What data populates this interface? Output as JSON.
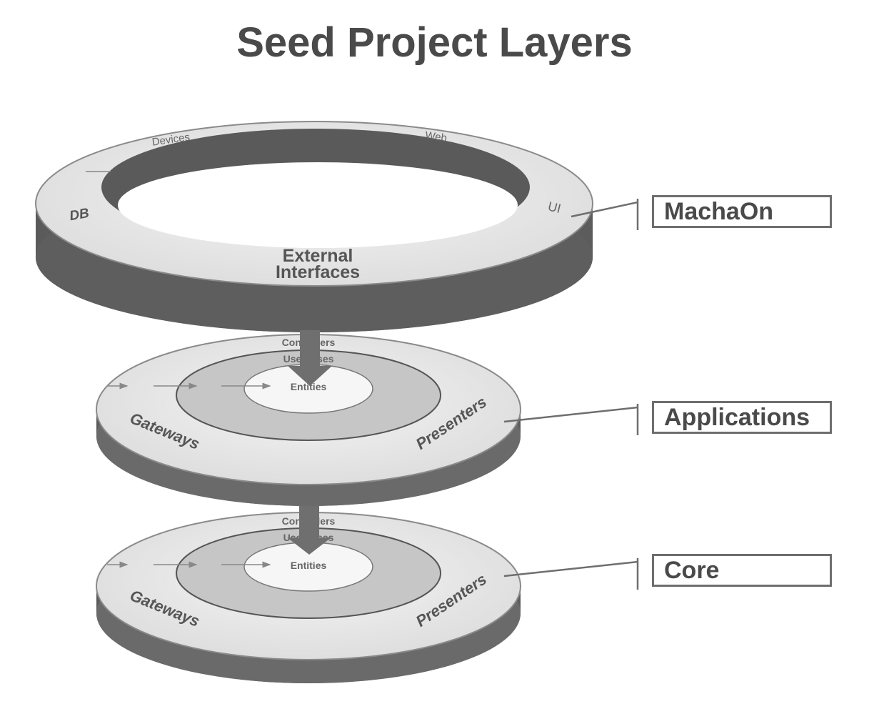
{
  "title": "Seed Project Layers",
  "layers": [
    {
      "label": "MachaOn",
      "ring_texts": {
        "devices": "Devices",
        "web": "Web",
        "db": "DB",
        "ui": "UI",
        "external_line1": "External",
        "external_line2": "Interfaces"
      }
    },
    {
      "label": "Applications",
      "ring_texts": {
        "controllers": "Controllers",
        "use_cases": "Use Cases",
        "entities": "Entities",
        "gateways": "Gateways",
        "presenters": "Presenters"
      }
    },
    {
      "label": "Core",
      "ring_texts": {
        "controllers": "Controllers",
        "use_cases": "Use Cases",
        "entities": "Entities",
        "gateways": "Gateways",
        "presenters": "Presenters"
      }
    }
  ],
  "colors": {
    "text": "#4a4a4a",
    "disk_side": "#6a6a6a",
    "disk_top": "#e9e9e9",
    "inner_ring": "#c4c4c4",
    "center": "#f6f6f6",
    "arrow": "#707070",
    "connector": "#6e6e6e"
  }
}
